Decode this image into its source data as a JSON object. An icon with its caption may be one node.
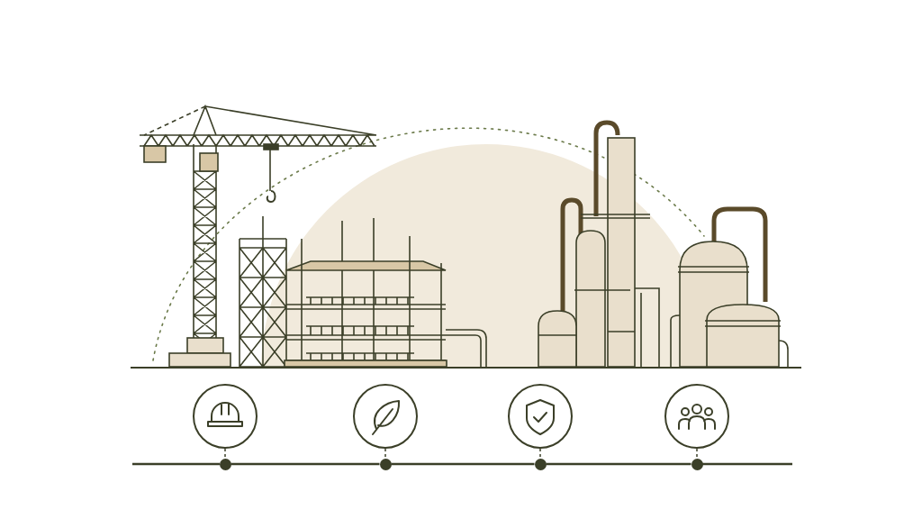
{
  "diagram": {
    "nodes": [
      {
        "text": [],
        "shape": "circle"
      },
      {
        "text": [],
        "shape": "circle"
      },
      {
        "text": [],
        "shape": "circle"
      },
      {
        "text": [],
        "shape": "circle"
      },
      {
        "text": [],
        "shape": "dot"
      },
      {
        "text": [],
        "shape": "dot"
      },
      {
        "text": [],
        "shape": "dot"
      },
      {
        "text": [],
        "shape": "dot"
      }
    ],
    "edges": [
      {
        "from": 0,
        "to": 4,
        "arrow": "none",
        "style": "dashed"
      },
      {
        "from": 1,
        "to": 5,
        "arrow": "none",
        "style": "dashed"
      },
      {
        "from": 2,
        "to": 6,
        "arrow": "none",
        "style": "dashed"
      },
      {
        "from": 3,
        "to": 7,
        "arrow": "none",
        "style": "dashed"
      },
      {
        "from": 4,
        "to": 5,
        "arrow": "none"
      },
      {
        "from": 5,
        "to": 6,
        "arrow": "none"
      },
      {
        "from": 6,
        "to": 7,
        "arrow": "none"
      }
    ]
  }
}
